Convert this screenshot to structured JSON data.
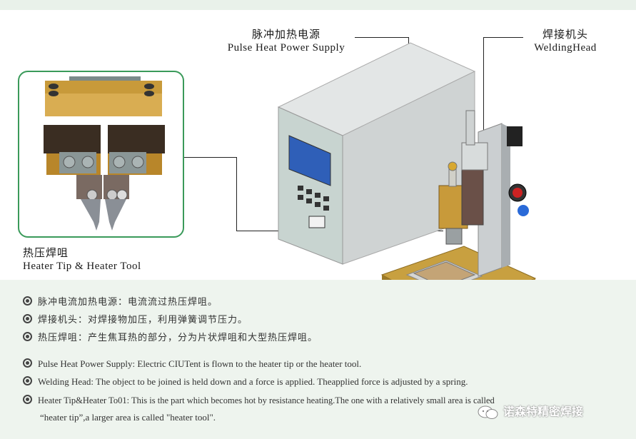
{
  "callouts": {
    "power_zh": "脉冲加热电源",
    "power_en": "Pulse Heat Power Supply",
    "head_zh": "焊接机头",
    "head_en": "WeldingHead",
    "tip_zh": "热压焊咀",
    "tip_en": "Heater Tip & Heater Tool"
  },
  "notes_zh": [
    "脉冲电流加热电源：电流流过热压焊咀。",
    "焊接机头：对焊接物加压，利用弹簧调节压力。",
    "热压焊咀：产生焦耳热的部分，分为片状焊咀和大型热压焊咀。"
  ],
  "notes_en": [
    "Pulse Heat Power Supply: Electric CIUTent is flown to the heater tip or the heater tool.",
    "Welding Head: The object to be joined is held down and a force is applied. Theapplied force is adjusted by a spring.",
    "Heater Tip&Heater To01: This is the part which becomes hot by resistance heating.The one with a relatively small area is called"
  ],
  "notes_en_cont": "“heater tip”,a larger area is called \"heater tool\".",
  "watermark": "诺森特精密焊接",
  "colors": {
    "accent_green": "#3a9a5a",
    "footer_bg": "#eef4ee",
    "brass": "#c8a040",
    "machine_gray": "#d9dcdc"
  },
  "icons": [
    "wechat-icon"
  ]
}
